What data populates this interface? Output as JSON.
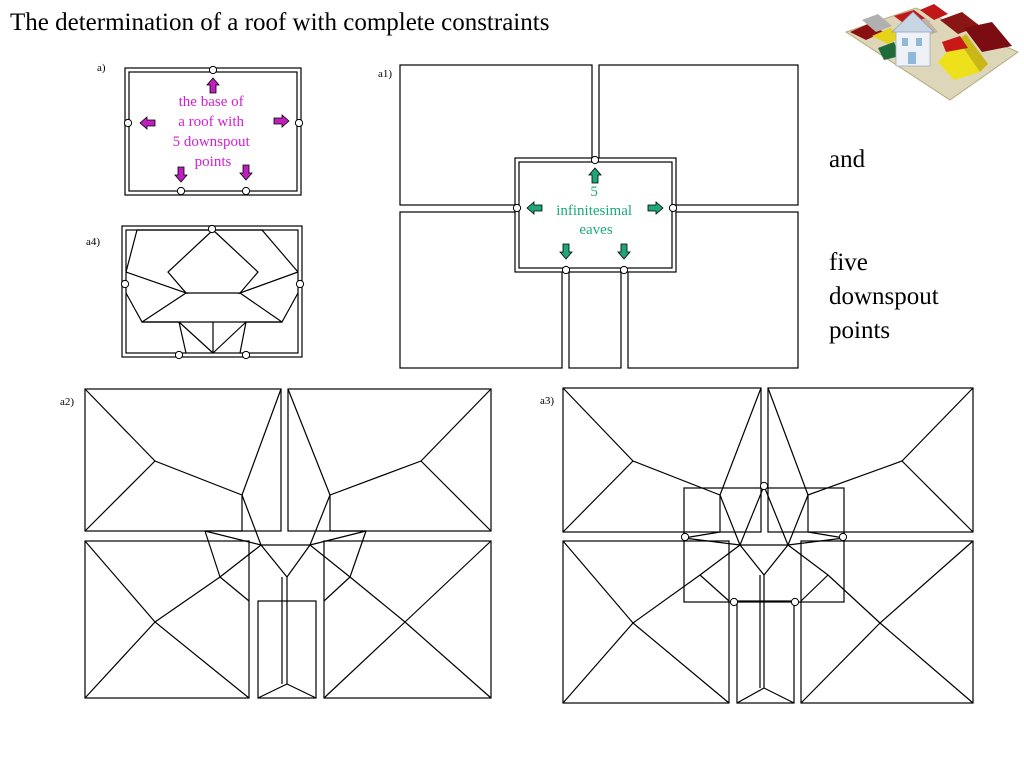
{
  "title": "The determination of a roof with complete constraints",
  "side_text": {
    "and": "and",
    "five_downspout_points": "five\ndownspout\npoints"
  },
  "panels": {
    "a": "a)",
    "a1": "a1)",
    "a2": "a2)",
    "a3": "a3)",
    "a4": "a4)"
  },
  "annotations": {
    "base": {
      "lines": [
        "the base of",
        "a roof with",
        "5 downspout",
        "points"
      ],
      "color": "#d21fd2"
    },
    "eaves": {
      "lines": [
        "5",
        "infinitesimal",
        "eaves"
      ],
      "color": "#1aaa7a"
    }
  },
  "colors": {
    "magenta_arrow": "#c01fc0",
    "green_arrow": "#1fa77a"
  },
  "illustration": {
    "name": "house-with-roofs-illustration"
  }
}
